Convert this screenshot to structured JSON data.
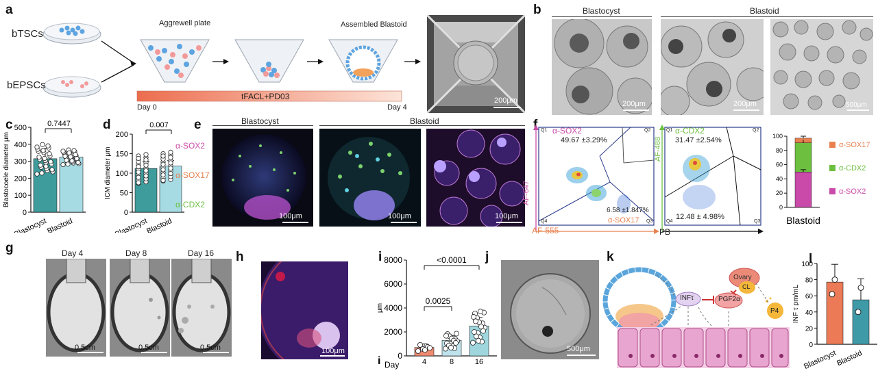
{
  "panels": {
    "a": "a",
    "b": "b",
    "c": "c",
    "d": "d",
    "e": "e",
    "f": "f",
    "g": "g",
    "h": "h",
    "i": "i",
    "j": "j",
    "k": "k",
    "l": "l"
  },
  "a": {
    "dish1": "bTSCs",
    "dish2": "bEPSCs",
    "plate": "Aggrewell plate",
    "assembled": "Assembled Blastoid",
    "bar": "tFACL+PD03",
    "day0": "Day 0",
    "day4": "Day 4",
    "scale": "200μm"
  },
  "b": {
    "blastocyst": "Blastocyst",
    "blastoid": "Blastoid",
    "scale1": "200μm",
    "scale2": "200μm",
    "scale3": "500μm"
  },
  "c": {
    "ylabel": "Blastocoele diameter μm",
    "p": "0.7447"
  },
  "d": {
    "ylabel": "ICM diameter μm",
    "p": "0.007"
  },
  "e": {
    "blastocyst": "Blastocyst",
    "blastoid": "Blastoid",
    "m1": "α-SOX2",
    "m2": "α-SOX17",
    "m3": "α-CDX2",
    "scale1": "100μm",
    "scale2": "100μm",
    "scale3": "100μm"
  },
  "f": {
    "q1a": "Q1",
    "q2a": "Q2",
    "q3a": "Q3",
    "q4a": "Q4",
    "sox2": "α-SOX2",
    "sox2v": "49.67 ±3.29%",
    "sox17": "α-SOX17",
    "sox17v": "6.58 ±1.847%",
    "yaxis1": "AF-647",
    "xaxis1": "AF-555",
    "cdx2": "α-CDX2",
    "cdx2v": "31.47 ±2.54%",
    "yaxis2": "AF-488",
    "xaxis2": "PB",
    "negv": "12.48 ± 4.98%",
    "leg1": "α-SOX17",
    "leg2": "α-CDX2",
    "leg3": "α-SOX2",
    "xcat": "Blastoid"
  },
  "g": {
    "d1": "Day 4",
    "d2": "Day 8",
    "d3": "Day 16",
    "s1": "0.5cm",
    "s2": "0.5cm",
    "s3": "0.5cm"
  },
  "h": {
    "scale": "100μm"
  },
  "i": {
    "ylabel": "μm",
    "p1": "<0.0001",
    "p2": "0.0025",
    "daylabel": "Day",
    "panel2": "i"
  },
  "j": {
    "scale": "500μm"
  },
  "k": {
    "inf": "INFτ",
    "pgf": "PGF2α",
    "ovary": "Ovary",
    "cl": "CL",
    "p4": "P4"
  },
  "l": {
    "ylabel": "INF τ pm/mL"
  },
  "chart_data": [
    {
      "id": "c",
      "type": "bar",
      "categories": [
        "Blastocyst",
        "Blastoid"
      ],
      "values": [
        315,
        325
      ],
      "errors": [
        60,
        30
      ],
      "ylim": [
        0,
        500
      ],
      "yticks": [
        0,
        100,
        200,
        300,
        400,
        500
      ],
      "colors": [
        "#3f9c9c",
        "#a6dbe4"
      ]
    },
    {
      "id": "d",
      "type": "bar",
      "categories": [
        "Blastocyst",
        "Blastoid"
      ],
      "values": [
        112,
        118
      ],
      "errors": [
        18,
        14
      ],
      "ylim": [
        0,
        200
      ],
      "yticks": [
        0,
        50,
        100,
        150,
        200
      ],
      "colors": [
        "#3f9c9c",
        "#a6dbe4"
      ]
    },
    {
      "id": "f",
      "type": "bar",
      "categories": [
        "Blastoid"
      ],
      "series": [
        {
          "name": "α-SOX2",
          "values": [
            49.67
          ],
          "color": "#c94aa8"
        },
        {
          "name": "α-CDX2",
          "values": [
            41
          ],
          "color": "#6cbf3f"
        },
        {
          "name": "α-SOX17",
          "values": [
            6.58
          ],
          "color": "#e8814f"
        }
      ],
      "ylim": [
        0,
        100
      ],
      "yticks": [
        0,
        20,
        40,
        60,
        80,
        100
      ]
    },
    {
      "id": "i",
      "type": "bar",
      "categories": [
        "4",
        "8",
        "16"
      ],
      "values": [
        700,
        1300,
        2500
      ],
      "errors": [
        300,
        400,
        700
      ],
      "ylim": [
        0,
        8000
      ],
      "yticks": [
        0,
        2000,
        4000,
        6000,
        8000
      ],
      "colors": [
        "#ee8a70",
        "#bfe3ec",
        "#9fd6dd"
      ]
    },
    {
      "id": "l",
      "type": "bar",
      "categories": [
        "Blastocyst",
        "Blastoid"
      ],
      "values": [
        77,
        55
      ],
      "errors": [
        22,
        26
      ],
      "ylim": [
        0,
        100
      ],
      "yticks": [
        0,
        20,
        40,
        60,
        80,
        100
      ],
      "colors": [
        "#ec7a56",
        "#3f9aa8"
      ]
    }
  ]
}
